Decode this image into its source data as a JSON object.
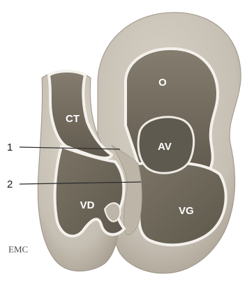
{
  "colors": {
    "outer_wall": "#cdc7bd",
    "outer_wall_shade": "#aaa396",
    "cavity": "#6c6558",
    "cavity_light": "#857e70",
    "septum": "#b9b2a5",
    "rim": "#f4f1ec",
    "label_text": "#ffffff",
    "line": "#2a2a2a"
  },
  "regions": {
    "ct": "CT",
    "o": "O",
    "av": "AV",
    "vd": "VD",
    "vg": "VG"
  },
  "callouts": {
    "one": "1",
    "two": "2"
  },
  "watermark": "EMC"
}
